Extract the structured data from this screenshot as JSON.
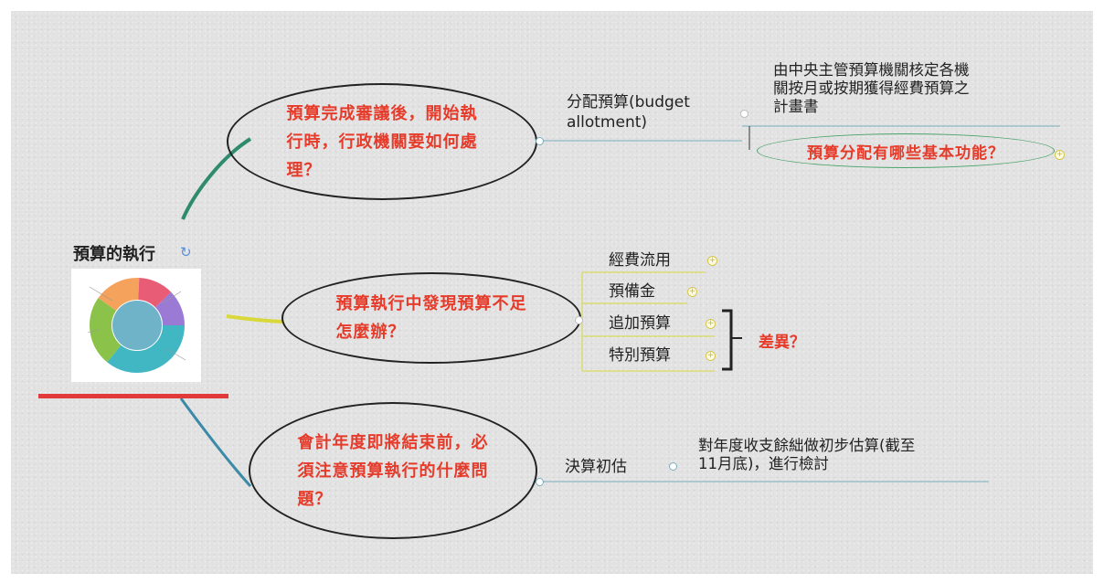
{
  "root": {
    "title": "預算的執行"
  },
  "branches": [
    {
      "question": "預算完成審議後，開始執行時，行政機關要如何處理？",
      "question_lines": [
        "預算完成審議後，開始執",
        "行時，行政機關要如何處",
        "理？"
      ],
      "child": {
        "label_lines": [
          "分配預算(budget",
          "allotment)"
        ]
      },
      "note_lines": [
        "由中央主管預算機關核定各機",
        "關按月或按期獲得經費預算之",
        "計畫書"
      ],
      "sub_question": "預算分配有哪些基本功能？"
    },
    {
      "question": "預算執行中發現預算不足怎麼辦？",
      "question_lines": [
        "預算執行中發現預算不足",
        "怎麼辦？"
      ],
      "children": [
        "經費流用",
        "預備金",
        "追加預算",
        "特別預算"
      ],
      "bracket_label": "差異？"
    },
    {
      "question": "會計年度即將結束前，必須注意預算執行的什麼問題？",
      "question_lines": [
        "會計年度即將結束前，必",
        "須注意預算執行的什麼問",
        "題？"
      ],
      "child": {
        "label": "決算初估"
      },
      "note_lines": [
        "對年度收支餘絀做初步估算(截至",
        "11月底)，進行檢討"
      ]
    }
  ],
  "colors": {
    "question_red": "#e63b2a",
    "branch1": "#2e8b6e",
    "branch2": "#d8d83a",
    "branch3": "#3a8aa8"
  }
}
